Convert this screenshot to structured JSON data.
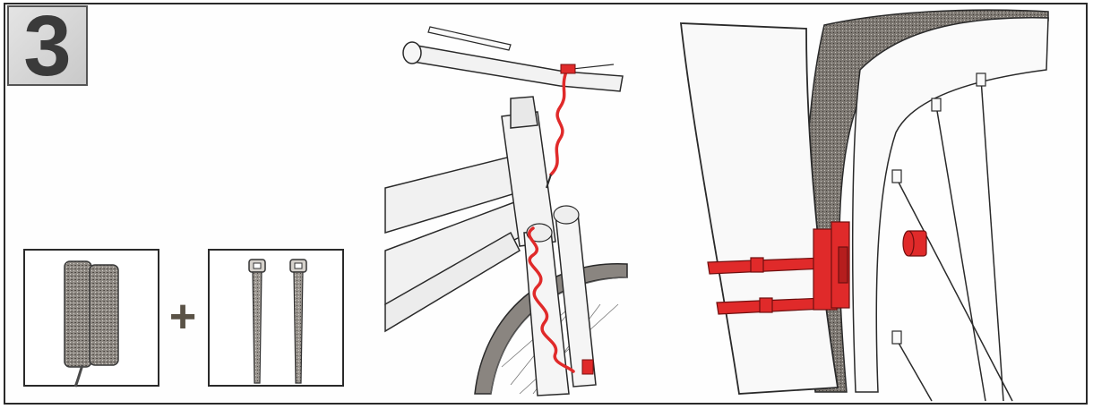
{
  "step": {
    "number": "3"
  },
  "items": [
    {
      "name": "sensor-pad",
      "icon": "sensor-pad-icon"
    },
    {
      "name": "cable-ties",
      "icon": "cable-tie-icon"
    }
  ],
  "joiner": "+",
  "colors": {
    "accent": "#e02a2a",
    "line": "#2a2a2a",
    "tire": "#8a8580",
    "frame_fill": "#f3f3f3",
    "step_badge": "#cfcfcf"
  }
}
